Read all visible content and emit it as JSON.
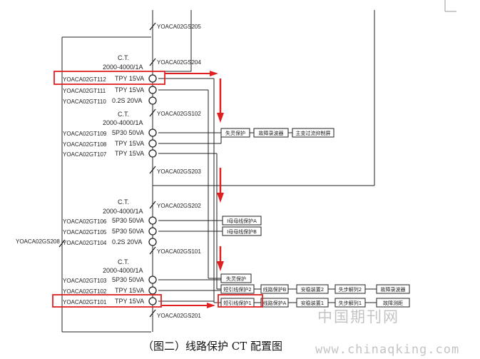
{
  "switches": [
    {
      "id": "sw205",
      "label": "YOACA02GS205"
    },
    {
      "id": "sw204",
      "label": "YOACA02GS204"
    },
    {
      "id": "sw102",
      "label": "YOACA02GS102"
    },
    {
      "id": "sw203",
      "label": "YOACA02GS203"
    },
    {
      "id": "sw202",
      "label": "YOACA02GS202"
    },
    {
      "id": "sw101",
      "label": "YOACA02GS101"
    },
    {
      "id": "sw201",
      "label": "YOACA02GS201"
    },
    {
      "id": "sw208",
      "label": "YOACA02GS208"
    }
  ],
  "ct_groups": [
    {
      "header": "C.T.",
      "ratio": "2000-4000/1A",
      "cores": [
        {
          "tag": "YOACA02GT112",
          "spec": "TPY  15VA"
        },
        {
          "tag": "YOACA02GT111",
          "spec": "TPY  15VA"
        },
        {
          "tag": "YOACA02GT110",
          "spec": "0.2S  20VA"
        }
      ]
    },
    {
      "header": "C.T.",
      "ratio": "2000-4000/1A",
      "cores": [
        {
          "tag": "YOACA02GT109",
          "spec": "5P30  50VA"
        },
        {
          "tag": "YOACA02GT108",
          "spec": "TPY  15VA"
        },
        {
          "tag": "YOACA02GT107",
          "spec": "TPY  15VA"
        }
      ]
    },
    {
      "header": "C.T.",
      "ratio": "2000-4000/1A",
      "cores": [
        {
          "tag": "YOACA02GT106",
          "spec": "5P30  50VA"
        },
        {
          "tag": "YOACA02GT105",
          "spec": "5P30  50VA"
        },
        {
          "tag": "YOACA02GT104",
          "spec": "0.2S  20VA"
        }
      ]
    },
    {
      "header": "C.T.",
      "ratio": "2000-4000/1A",
      "cores": [
        {
          "tag": "YOACA02GT103",
          "spec": "5P30  50VA"
        },
        {
          "tag": "YOACA02GT102",
          "spec": "TPY  15VA"
        },
        {
          "tag": "YOACA02GT101",
          "spec": "TPY  15VA"
        }
      ]
    }
  ],
  "devices": {
    "row1": [
      "失灵保护",
      "故障录波器",
      "主变过流抑制屏"
    ],
    "row2": [
      "I母母线保护A",
      "I母母线保护B"
    ],
    "row3": [
      "失灵保护"
    ],
    "row4": [
      "短引线保护2",
      "线路保护B",
      "安稳装置2",
      "失步解列2",
      "故障录波器"
    ],
    "row5": [
      "短引线保护1",
      "线路保护A",
      "安稳装置1",
      "失步解列1",
      "故障测距"
    ]
  },
  "colors": {
    "line": "#222222",
    "highlight": "#e02020",
    "watermark": "#c4c4c4"
  },
  "caption": "（图二）线路保护 CT 配置图",
  "watermark": {
    "cn": "中国期刊网",
    "url": "www.chinaqking.com"
  }
}
